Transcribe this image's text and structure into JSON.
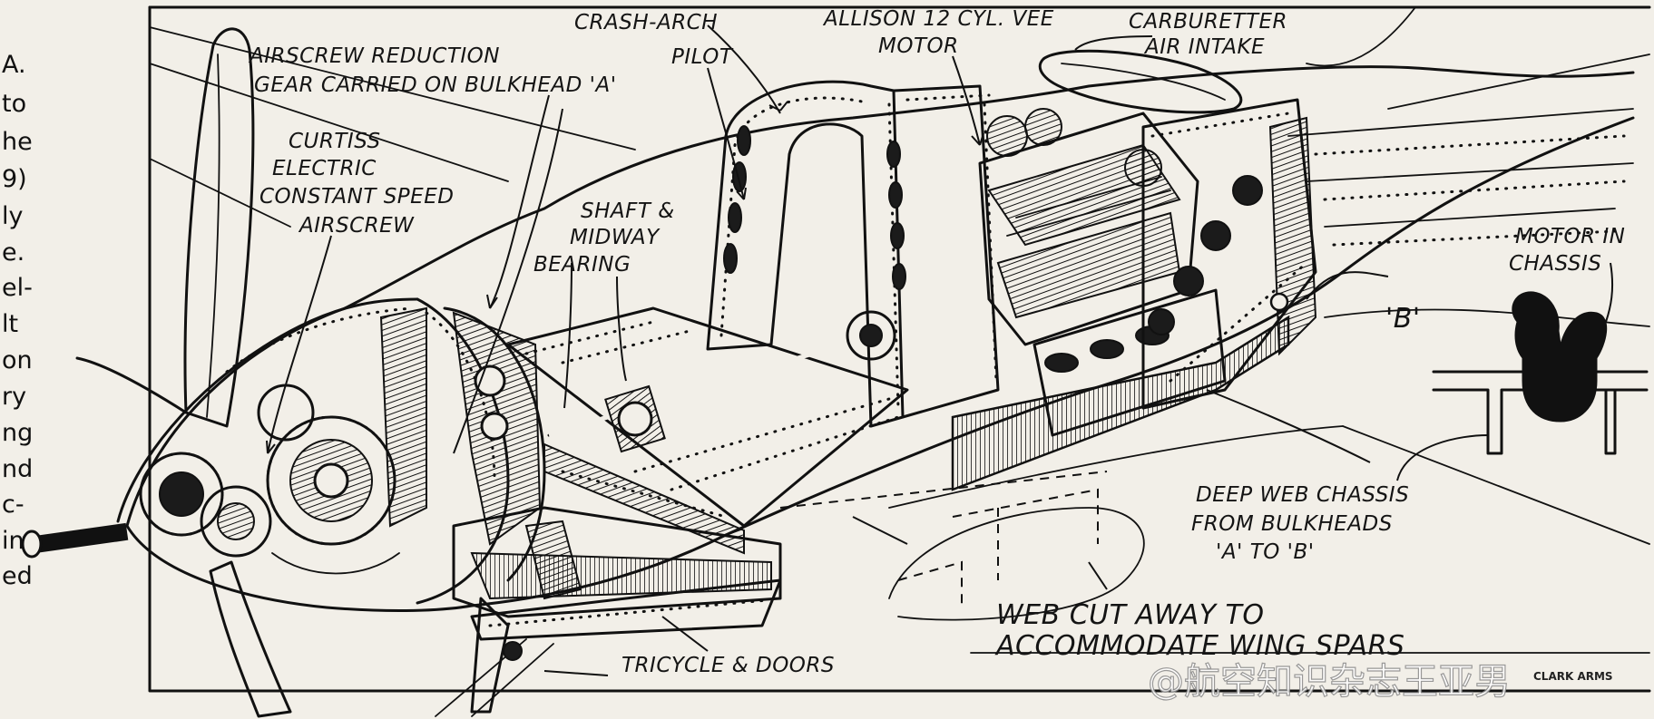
{
  "side_text": [
    "A.",
    "to",
    "he",
    "9)",
    "ly",
    "e.",
    "el-",
    "lt",
    "on",
    "ry",
    "ng",
    "nd",
    "c-",
    "in",
    "ed"
  ],
  "labels": {
    "crash_arch": "CRASH-ARCH",
    "allison_1": "ALLISON 12 CYL. VEE",
    "allison_2": "MOTOR",
    "carb_1": "CARBURETTER",
    "carb_2": "AIR INTAKE",
    "reduction_1": "AIRSCREW REDUCTION",
    "reduction_2": "GEAR CARRIED ON BULKHEAD 'A'",
    "pilot": "PILOT",
    "curtiss_1": "CURTISS",
    "curtiss_2": "ELECTRIC",
    "curtiss_3": "CONSTANT SPEED",
    "curtiss_4": "AIRSCREW",
    "shaft_1": "SHAFT &",
    "shaft_2": "MIDWAY",
    "shaft_3": "BEARING",
    "motor_chassis_1": "MOTOR IN",
    "motor_chassis_2": "CHASSIS",
    "bulkhead_b": "'B'",
    "deep_web_1": "DEEP WEB CHASSIS",
    "deep_web_2": "FROM BULKHEADS",
    "deep_web_3": "'A' TO 'B'",
    "web_cut_1": "WEB CUT AWAY TO",
    "web_cut_2": "ACCOMMODATE WING SPARS",
    "tricycle": "TRICYCLE & DOORS"
  },
  "credit": "CLARK ARMS",
  "watermark": "@航空知识杂志王亚男",
  "colors": {
    "paper": "#f2efe8",
    "ink": "#111111"
  }
}
